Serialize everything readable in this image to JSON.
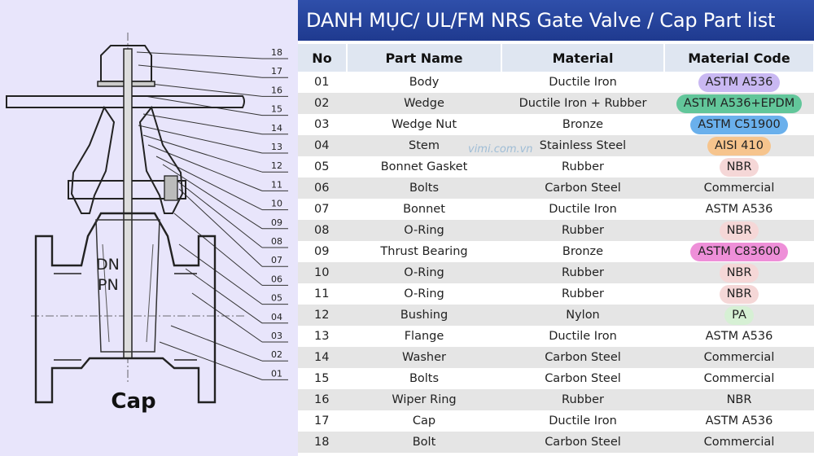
{
  "title": "DANH MỤC/ UL/FM NRS Gate Valve / Cap Part list",
  "columns": [
    "No",
    "Part Name",
    "Material",
    "Material Code"
  ],
  "rows": [
    {
      "no": "01",
      "name": "Body",
      "material": "Ductile Iron",
      "code": "ASTM A536",
      "highlight": "#c9b8f2"
    },
    {
      "no": "02",
      "name": "Wedge",
      "material": "Ductile Iron + Rubber",
      "code": "ASTM A536+EPDM",
      "highlight": "#62c69a"
    },
    {
      "no": "03",
      "name": "Wedge Nut",
      "material": "Bronze",
      "code": "ASTM C51900",
      "highlight": "#6ab0ec"
    },
    {
      "no": "04",
      "name": "Stem",
      "material": "Stainless Steel",
      "code": "AISI 410",
      "highlight": "#f6c48d"
    },
    {
      "no": "05",
      "name": "Bonnet Gasket",
      "material": "Rubber",
      "code": "NBR",
      "highlight": "#f5d7d7"
    },
    {
      "no": "06",
      "name": "Bolts",
      "material": "Carbon Steel",
      "code": "Commercial",
      "highlight": ""
    },
    {
      "no": "07",
      "name": "Bonnet",
      "material": "Ductile Iron",
      "code": "ASTM A536",
      "highlight": ""
    },
    {
      "no": "08",
      "name": "O-Ring",
      "material": "Rubber",
      "code": "NBR",
      "highlight": "#f5d7d7"
    },
    {
      "no": "09",
      "name": "Thrust Bearing",
      "material": "Bronze",
      "code": "ASTM C83600",
      "highlight": "#ee8fd8"
    },
    {
      "no": "10",
      "name": "O-Ring",
      "material": "Rubber",
      "code": "NBR",
      "highlight": "#f5d7d7"
    },
    {
      "no": "11",
      "name": "O-Ring",
      "material": "Rubber",
      "code": "NBR",
      "highlight": "#f5d7d7"
    },
    {
      "no": "12",
      "name": "Bushing",
      "material": "Nylon",
      "code": "PA",
      "highlight": "#d6f0d4"
    },
    {
      "no": "13",
      "name": "Flange",
      "material": "Ductile Iron",
      "code": "ASTM A536",
      "highlight": ""
    },
    {
      "no": "14",
      "name": "Washer",
      "material": "Carbon Steel",
      "code": "Commercial",
      "highlight": ""
    },
    {
      "no": "15",
      "name": "Bolts",
      "material": "Carbon Steel",
      "code": "Commercial",
      "highlight": ""
    },
    {
      "no": "16",
      "name": "Wiper Ring",
      "material": "Rubber",
      "code": "NBR",
      "highlight": ""
    },
    {
      "no": "17",
      "name": "Cap",
      "material": "Ductile Iron",
      "code": "ASTM A536",
      "highlight": ""
    },
    {
      "no": "18",
      "name": "Bolt",
      "material": "Carbon Steel",
      "code": "Commercial",
      "highlight": ""
    }
  ],
  "watermark": "vimi.com.vn",
  "drawing": {
    "caption": "Cap",
    "dn_label": "DN",
    "pn_label": "PN",
    "callouts": [
      "18",
      "17",
      "16",
      "15",
      "14",
      "13",
      "12",
      "11",
      "10",
      "09",
      "08",
      "07",
      "06",
      "05",
      "04",
      "03",
      "02",
      "01"
    ]
  }
}
